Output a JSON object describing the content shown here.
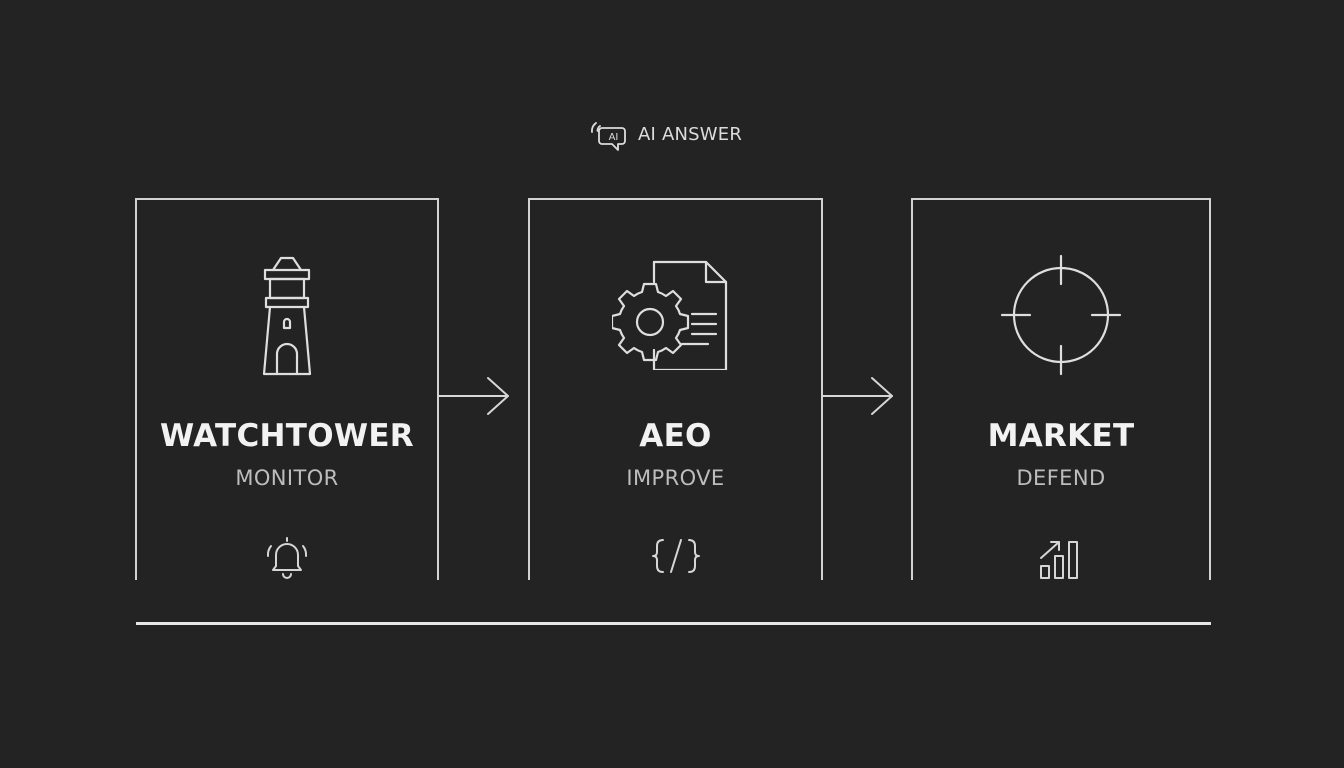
{
  "header": {
    "label": "AI ANSWER",
    "icon": "ai-chat-broadcast-icon"
  },
  "stages": [
    {
      "title": "WATCHTOWER",
      "subtitle": "MONITOR",
      "icon": "watchtower-icon",
      "small_icon": "bell-icon"
    },
    {
      "title": "AEO",
      "subtitle": "IMPROVE",
      "icon": "gear-document-icon",
      "small_icon": "code-icon"
    },
    {
      "title": "MARKET",
      "subtitle": "DEFEND",
      "icon": "crosshair-icon",
      "small_icon": "bar-chart-icon"
    }
  ],
  "colors": {
    "background": "#232323",
    "stroke": "#d2d2d2",
    "title": "#f2f2f2",
    "subtitle": "#bdbdbd"
  }
}
